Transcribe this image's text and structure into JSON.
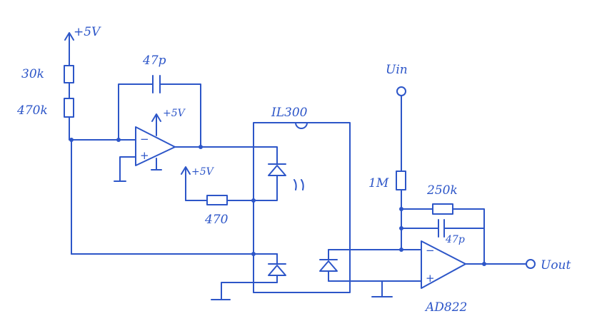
{
  "labels": {
    "vplus_top": "+5V",
    "r_30k": "30k",
    "r_470k": "470k",
    "c_47p_top": "47p",
    "vplus_op1": "+5V",
    "vplus_mid": "+5V",
    "r_470": "470",
    "ic_name": "IL300",
    "u_in": "Uin",
    "r_1m": "1M",
    "r_250k": "250k",
    "c_47p_right": "47p",
    "u_out": "Uout",
    "opamp2_name": "AD822"
  },
  "opamp_signs": {
    "minus": "−",
    "plus": "+"
  }
}
